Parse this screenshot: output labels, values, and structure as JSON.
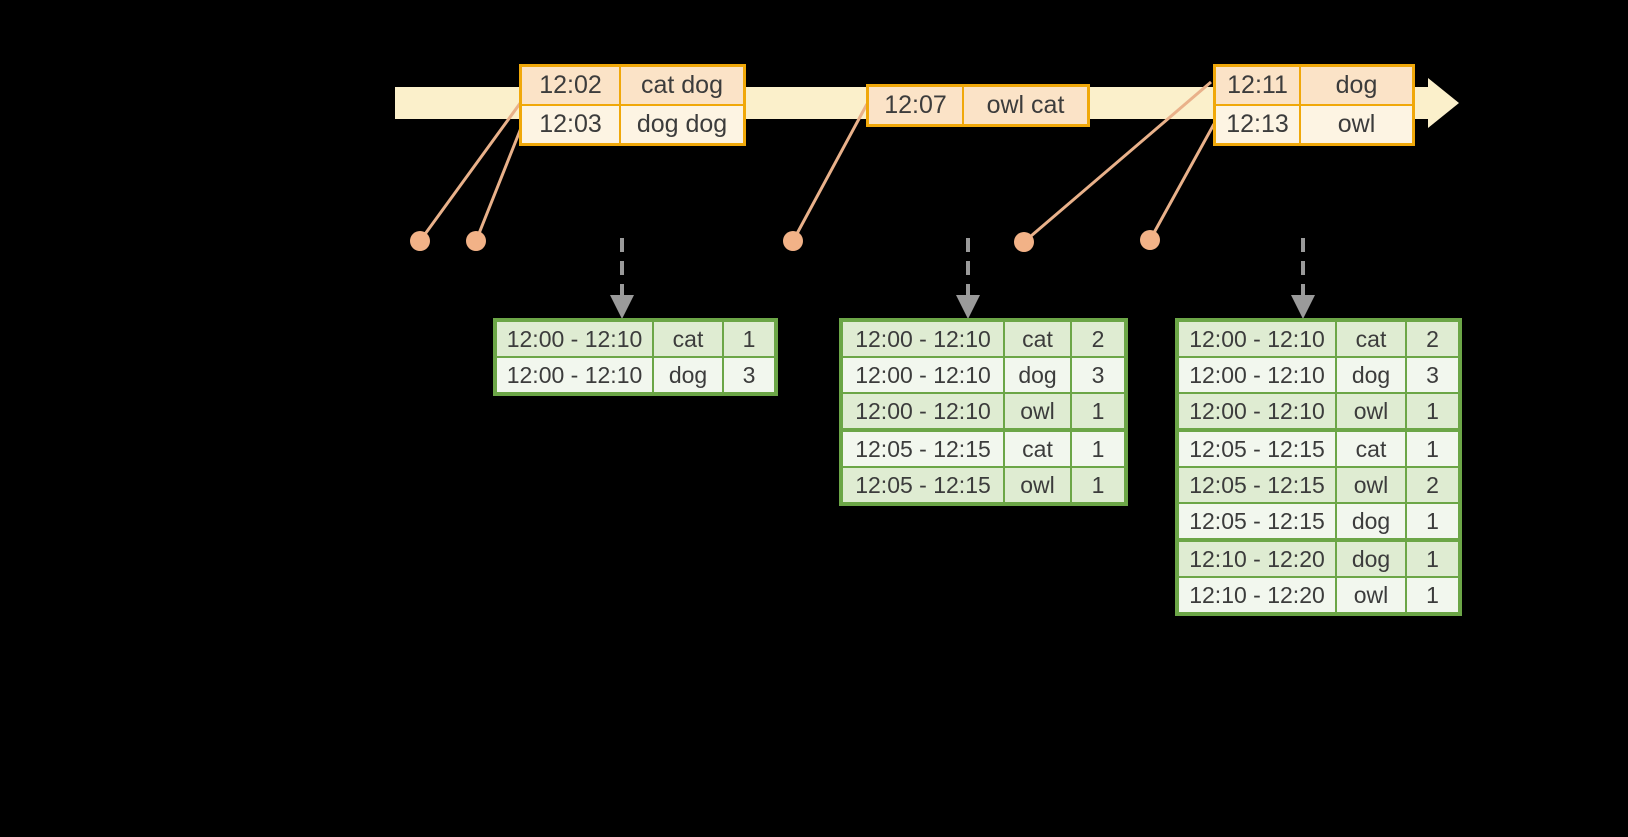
{
  "timeline": {
    "event_tables": [
      {
        "name": "events-at-1202-1203",
        "rows": [
          [
            "12:02",
            "cat dog"
          ],
          [
            "12:03",
            "dog dog"
          ]
        ]
      },
      {
        "name": "events-at-1207",
        "rows": [
          [
            "12:07",
            "owl cat"
          ]
        ]
      },
      {
        "name": "events-at-1211-1213",
        "rows": [
          [
            "12:11",
            "dog"
          ],
          [
            "12:13",
            "owl"
          ]
        ]
      }
    ]
  },
  "result_tables": [
    {
      "name": "result-table-after-first-trigger",
      "rows": [
        [
          "12:00 - 12:10",
          "cat",
          "1"
        ],
        [
          "12:00 - 12:10",
          "dog",
          "3"
        ]
      ]
    },
    {
      "name": "result-table-after-second-trigger",
      "rows": [
        [
          "12:00 - 12:10",
          "cat",
          "2"
        ],
        [
          "12:00 - 12:10",
          "dog",
          "3"
        ],
        [
          "12:00 - 12:10",
          "owl",
          "1"
        ],
        [
          "12:05 - 12:15",
          "cat",
          "1"
        ],
        [
          "12:05 - 12:15",
          "owl",
          "1"
        ]
      ]
    },
    {
      "name": "result-table-after-third-trigger",
      "rows": [
        [
          "12:00 - 12:10",
          "cat",
          "2"
        ],
        [
          "12:00 - 12:10",
          "dog",
          "3"
        ],
        [
          "12:00 - 12:10",
          "owl",
          "1"
        ],
        [
          "12:05 - 12:15",
          "cat",
          "1"
        ],
        [
          "12:05 - 12:15",
          "owl",
          "2"
        ],
        [
          "12:05 - 12:15",
          "dog",
          "1"
        ],
        [
          "12:10 - 12:20",
          "dog",
          "1"
        ],
        [
          "12:10 - 12:20",
          "owl",
          "1"
        ]
      ]
    }
  ],
  "colors": {
    "background": "#000000",
    "timeline_band": "#fbf0cb",
    "event_table_border": "#f0a80a",
    "event_row_dark": "#fbe3c7",
    "event_row_light": "#fdf4e3",
    "connector_line": "#e9b18a",
    "event_dot": "#f2b287",
    "trigger_arrow": "#9a9a9a",
    "result_table_border": "#6ca647",
    "result_row_dark": "#dfecd2",
    "result_row_light": "#f2f7ee",
    "text": "#3c3c3c"
  }
}
